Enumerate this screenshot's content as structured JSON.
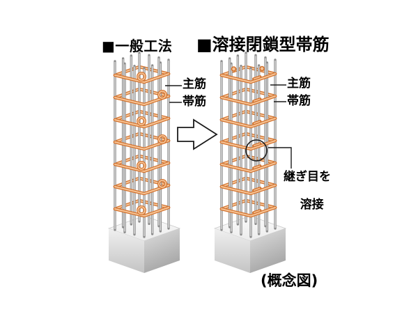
{
  "diagram": {
    "caption": "(概念図)",
    "hoops_per_column": 7,
    "columns": [
      {
        "title": "■一般工法",
        "label_main": "主筋",
        "label_hoop": "帯筋"
      },
      {
        "title": "■溶接閉鎖型帯筋",
        "label_main": "主筋",
        "label_hoop": "帯筋",
        "weld_note_line1": "継ぎ目を",
        "weld_note_line2": "溶接"
      }
    ]
  },
  "colors": {
    "background": "#FFFFFF",
    "hoop_fill": "#F6C496",
    "hoop_edge": "#D2722E",
    "bar_fill": "#DCDCDC",
    "bar_edge": "#8E8E8E",
    "base_top_light": "#FAFAFA",
    "base_top_dark": "#ECECEC",
    "base_left_light": "#F0F0F0",
    "base_left_dark": "#C4C4C4",
    "base_right_light": "#DFDFDF",
    "base_right_dark": "#A6A6A6",
    "annotation": "#1A1A1A"
  }
}
